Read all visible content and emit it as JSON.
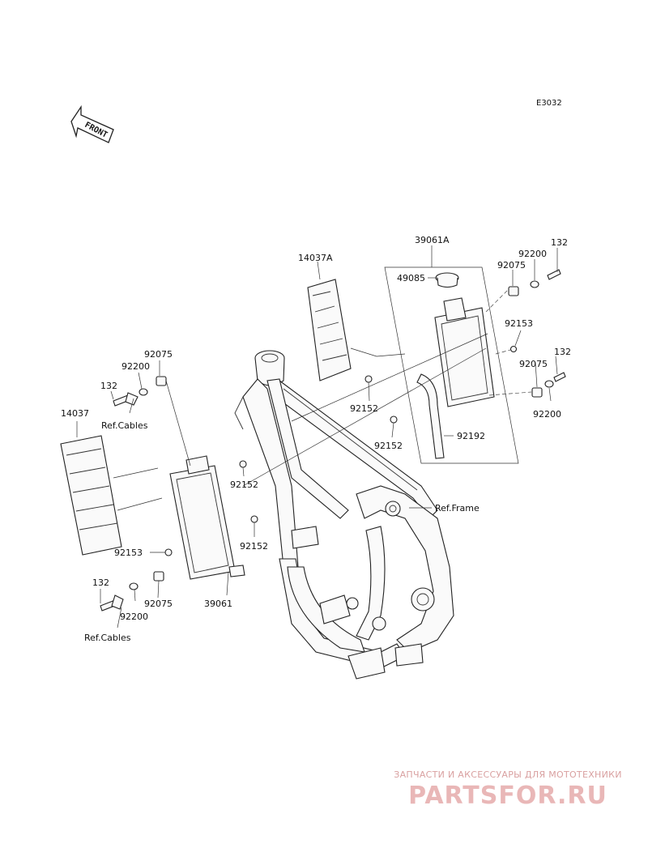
{
  "diagram": {
    "code": "E3032",
    "front_label": "FRONT",
    "labels": {
      "l_39061A": "39061A",
      "l_132_tr": "132",
      "l_92200_tr": "92200",
      "l_92075_tr": "92075",
      "l_49085": "49085",
      "l_14037A": "14037A",
      "l_92153_r": "92153",
      "l_132_r2": "132",
      "l_92075_r2": "92075",
      "l_92200_r2": "92200",
      "l_92152_m1": "92152",
      "l_92152_m2": "92152",
      "l_92192": "92192",
      "l_92075_l1": "92075",
      "l_92200_l1": "92200",
      "l_132_l1": "132",
      "l_refcables_1": "Ref.Cables",
      "l_14037": "14037",
      "l_92152_l1": "92152",
      "l_92152_l2": "92152",
      "l_92153_l": "92153",
      "l_132_l2": "132",
      "l_92200_l2": "92200",
      "l_92075_l2": "92075",
      "l_39061": "39061",
      "l_refcables_2": "Ref.Cables",
      "l_refframe": "Ref.Frame"
    }
  },
  "watermark": {
    "subtitle": "ЗАПЧАСТИ И АКСЕССУАРЫ ДЛЯ МОТОТЕХНИКИ",
    "brand": "PARTSFOR.RU",
    "color": "#e9b7b7"
  }
}
